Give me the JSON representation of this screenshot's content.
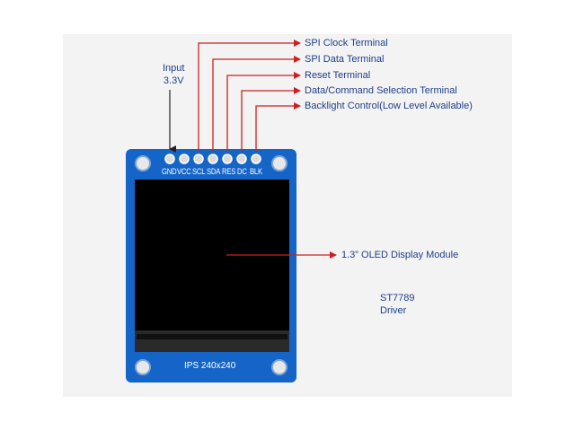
{
  "callouts": {
    "input_line1": "Input",
    "input_line2": "3.3V",
    "spi_clock": "SPI Clock Terminal",
    "spi_data": "SPI Data Terminal",
    "reset": "Reset Terminal",
    "dc_select": "Data/Command Selection Terminal",
    "backlight": "Backlight Control(Low Level Available)",
    "display_module": "1.3”  OLED Display Module",
    "driver_line1": "ST7789",
    "driver_line2": "Driver"
  },
  "board": {
    "pins": [
      "GND",
      "VCC",
      "SCL",
      "SDA",
      "RES",
      "DC",
      "BLK"
    ],
    "footer": "IPS 240x240"
  },
  "colors": {
    "board": "#1565c8",
    "arrow": "#cc2020",
    "label": "#1f3f8a",
    "screen": "#000000"
  }
}
